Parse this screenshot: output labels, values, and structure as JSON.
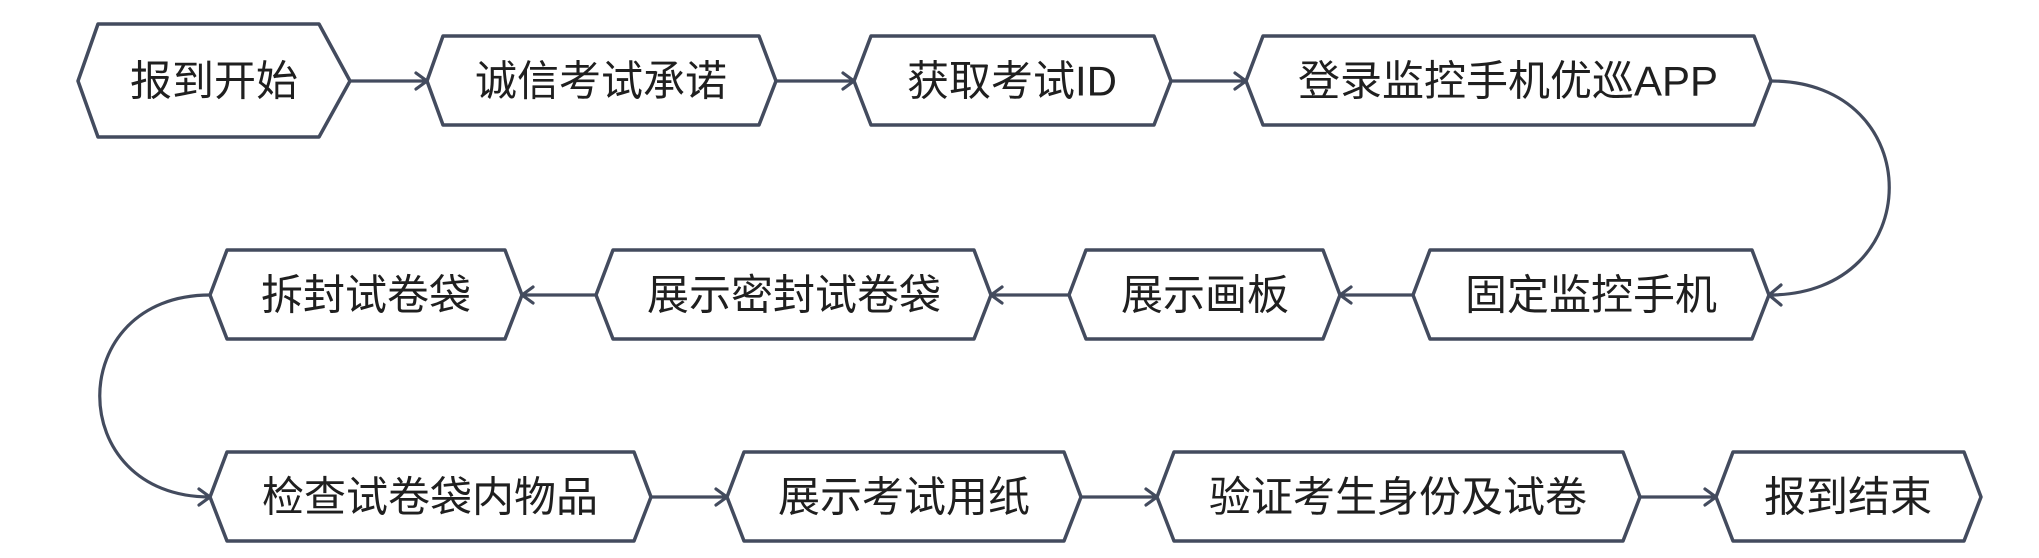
{
  "diagram": {
    "colors": {
      "stroke": "#434b5e",
      "fill": "#ffffff",
      "text": "#1f1f1f"
    },
    "steps": [
      {
        "id": "s1",
        "label": "报到开始"
      },
      {
        "id": "s2",
        "label": "诚信考试承诺"
      },
      {
        "id": "s3",
        "label": "获取考试ID"
      },
      {
        "id": "s4",
        "label": "登录监控手机优巡APP"
      },
      {
        "id": "s5",
        "label": "固定监控手机"
      },
      {
        "id": "s6",
        "label": "展示画板"
      },
      {
        "id": "s7",
        "label": "展示密封试卷袋"
      },
      {
        "id": "s8",
        "label": "拆封试卷袋"
      },
      {
        "id": "s9",
        "label": "检查试卷袋内物品"
      },
      {
        "id": "s10",
        "label": "展示考试用纸"
      },
      {
        "id": "s11",
        "label": "验证考生身份及试卷"
      },
      {
        "id": "s12",
        "label": "报到结束"
      }
    ]
  }
}
